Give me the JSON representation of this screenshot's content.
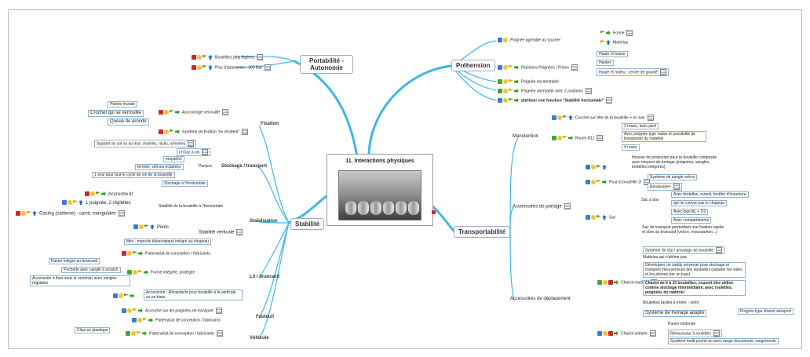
{
  "central": {
    "title": "11. Interactions physiques"
  },
  "main": {
    "portabilite": "Portabilité - Autonomie",
    "prehension": "Préhension",
    "stabilite": "Stabilité",
    "transportabilite": "Transportabilité"
  },
  "portabilite_items": [
    "Bouteilles plus légères",
    "Plus d'autonomie : 300 Bar"
  ],
  "prehension_items": {
    "poignee_agreable": "Poignée agréable au toucher",
    "forme": "Forme",
    "materiau": "Matériau",
    "plusieurs": "Plusieurs Poignées / Prises",
    "haute_basse": "Haute et basse",
    "hautes": "Hautes",
    "haute_milieu": "Haute et milieu : centre de gravité",
    "escamotable": "Poignée escamotable",
    "orientable": "Poignée orientable avec 2 positions",
    "attribuer": "attribuer une fonction \"Stabilité horizontale\""
  },
  "stabilite_groups": {
    "fixation": "Fixation",
    "stockage": "Stockage / transport",
    "stabilisation": "Stabilisation",
    "lit": "Lit / brancard",
    "fauteuil": "Fauteuil",
    "vehicule": "Véhicule"
  },
  "stabilite_items": {
    "platine": "Platine murale",
    "crochet": "Crochet qui se verrouille",
    "queue": "Queue de aronde",
    "accrochage": "Accrochage verrouillé",
    "systeme_fixation": "Système de fixation \"en résident\"",
    "support_sol": "Support au sol ou au mur, chariots, racks, armoires",
    "cf_gaz": "cf Gaz à vin",
    "emplafon": "emplafon",
    "fermee": "fermée, vitrines éclairées",
    "paniers": "Paniers",
    "seul_pour": "1 seul pour tout le cycle de vie de la bouteille",
    "stockage_horiz": "Stockage à l'horizontale",
    "accroche_lit": "Accroche lit",
    "poignee_reglettes": "1 poignée, 2 réglettes",
    "stab_horiz": "Stabilité de la bouteille à l'horizontale",
    "casing": "Casing (carbone) : carré, triangulaire",
    "pieds": "Pieds",
    "stabilite_verticale": "Stabilité verticale",
    "mini_manche": "Mini - manche télescopique intégré au chapeau",
    "partenariat_fab": "Partenariat de conception / fabricants",
    "panier_integre": "Panier intégré au brancard",
    "pochette": "Pochette avec sangle à scratch",
    "forme_integree": "Forme intégrée, protégée",
    "accessoire_lit": "Accessoire à fixer sous le sommier avec sangles réglables",
    "accessoire_receptacle": "Accessoire : Réceptacle pour bouteille à la verticale ou en biais",
    "accroche_poignees": "Accroche sur les poignées de transport",
    "partenariat_fabricants": "Partenariat de conception / fabricants",
    "clips": "Clips en plastique",
    "partenariat_vehicule": "Partenariat de conception / fabricants"
  },
  "transport_groups": {
    "manutention": "Manutention",
    "portage": "Accessoires de portage",
    "deplacement": "Accessoires de déplacement"
  },
  "transport_items": {
    "crochet_tete": "Crochet sur tête de la bouteille + en bas",
    "roues": "Roues B11",
    "deux_roues": "2 roues, avec pied",
    "poignee_valise": "Avec poignée type valise et possibilité de transporter du matériel",
    "quatre_roues": "4 roues",
    "housse": "Housse de protection pour la bouteille composite avec moyens de portage (poignées, sangles, bretelles intégrées)",
    "sangle_velcro": "Système de sangle velcro",
    "bandouliere": "Bandoulière",
    "pour_b2": "Pour la bouteille 2l",
    "sac_dos": "Sac à dos",
    "bretelles": "Avec bretelles, ouvert, fenêtre d'ouverture",
    "chapeau": "qui ne couvre pas le chapeau",
    "avec_logo": "Avec logo AL + O2",
    "compartiments": "Avec compartiments",
    "sac": "Sac",
    "sac_transport": "Sac de transport permettant une fixation rapide et sûre au brancard (velcro, mousqueton...)",
    "clip_amydage": "Système de clip / amydage de bouteille",
    "materiau_rabime": "Matériau qui n'abîme pas",
    "caddy": "Développer un caddy universel pour stockage et transport intra-services des bouteilles (séparer les vides et les pleines par un logo)",
    "chariot_multiple": "Chariot multiple",
    "chariot_6_10": "Chariot de 6 à 10 bouteilles, couvert être utilisé comme stockage intermédiaire, avec roulettes, poignées du matériel",
    "faciles": "Bouteilles faciles à entrer - sortir",
    "freinage": "Système de freinage adapté",
    "progres": "Progrès type chariot aéroport",
    "panier_motorise": "Panier motorisé",
    "rehausseur": "Rehausseur à roulettes",
    "multi_poche": "Système multi-poche ou avec range documents, rangements",
    "chariot_unitaire": "Chariot unitaire"
  },
  "colors": {
    "link": "#39b8e8",
    "accent": "#3a7cd1"
  }
}
